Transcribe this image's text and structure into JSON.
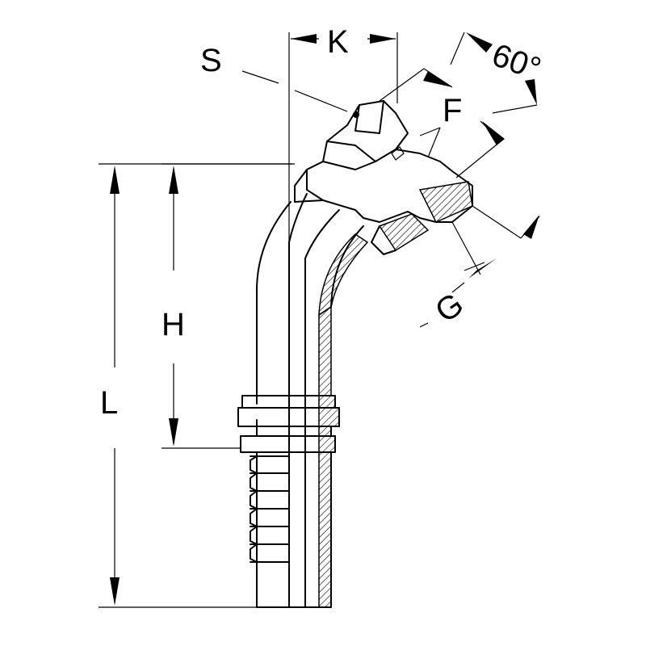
{
  "labels": {
    "s": "S",
    "k": "K",
    "angle": "60°",
    "f": "F",
    "h": "H",
    "l": "L",
    "g": "G"
  },
  "colors": {
    "stroke": "#000000",
    "background": "#ffffff"
  }
}
